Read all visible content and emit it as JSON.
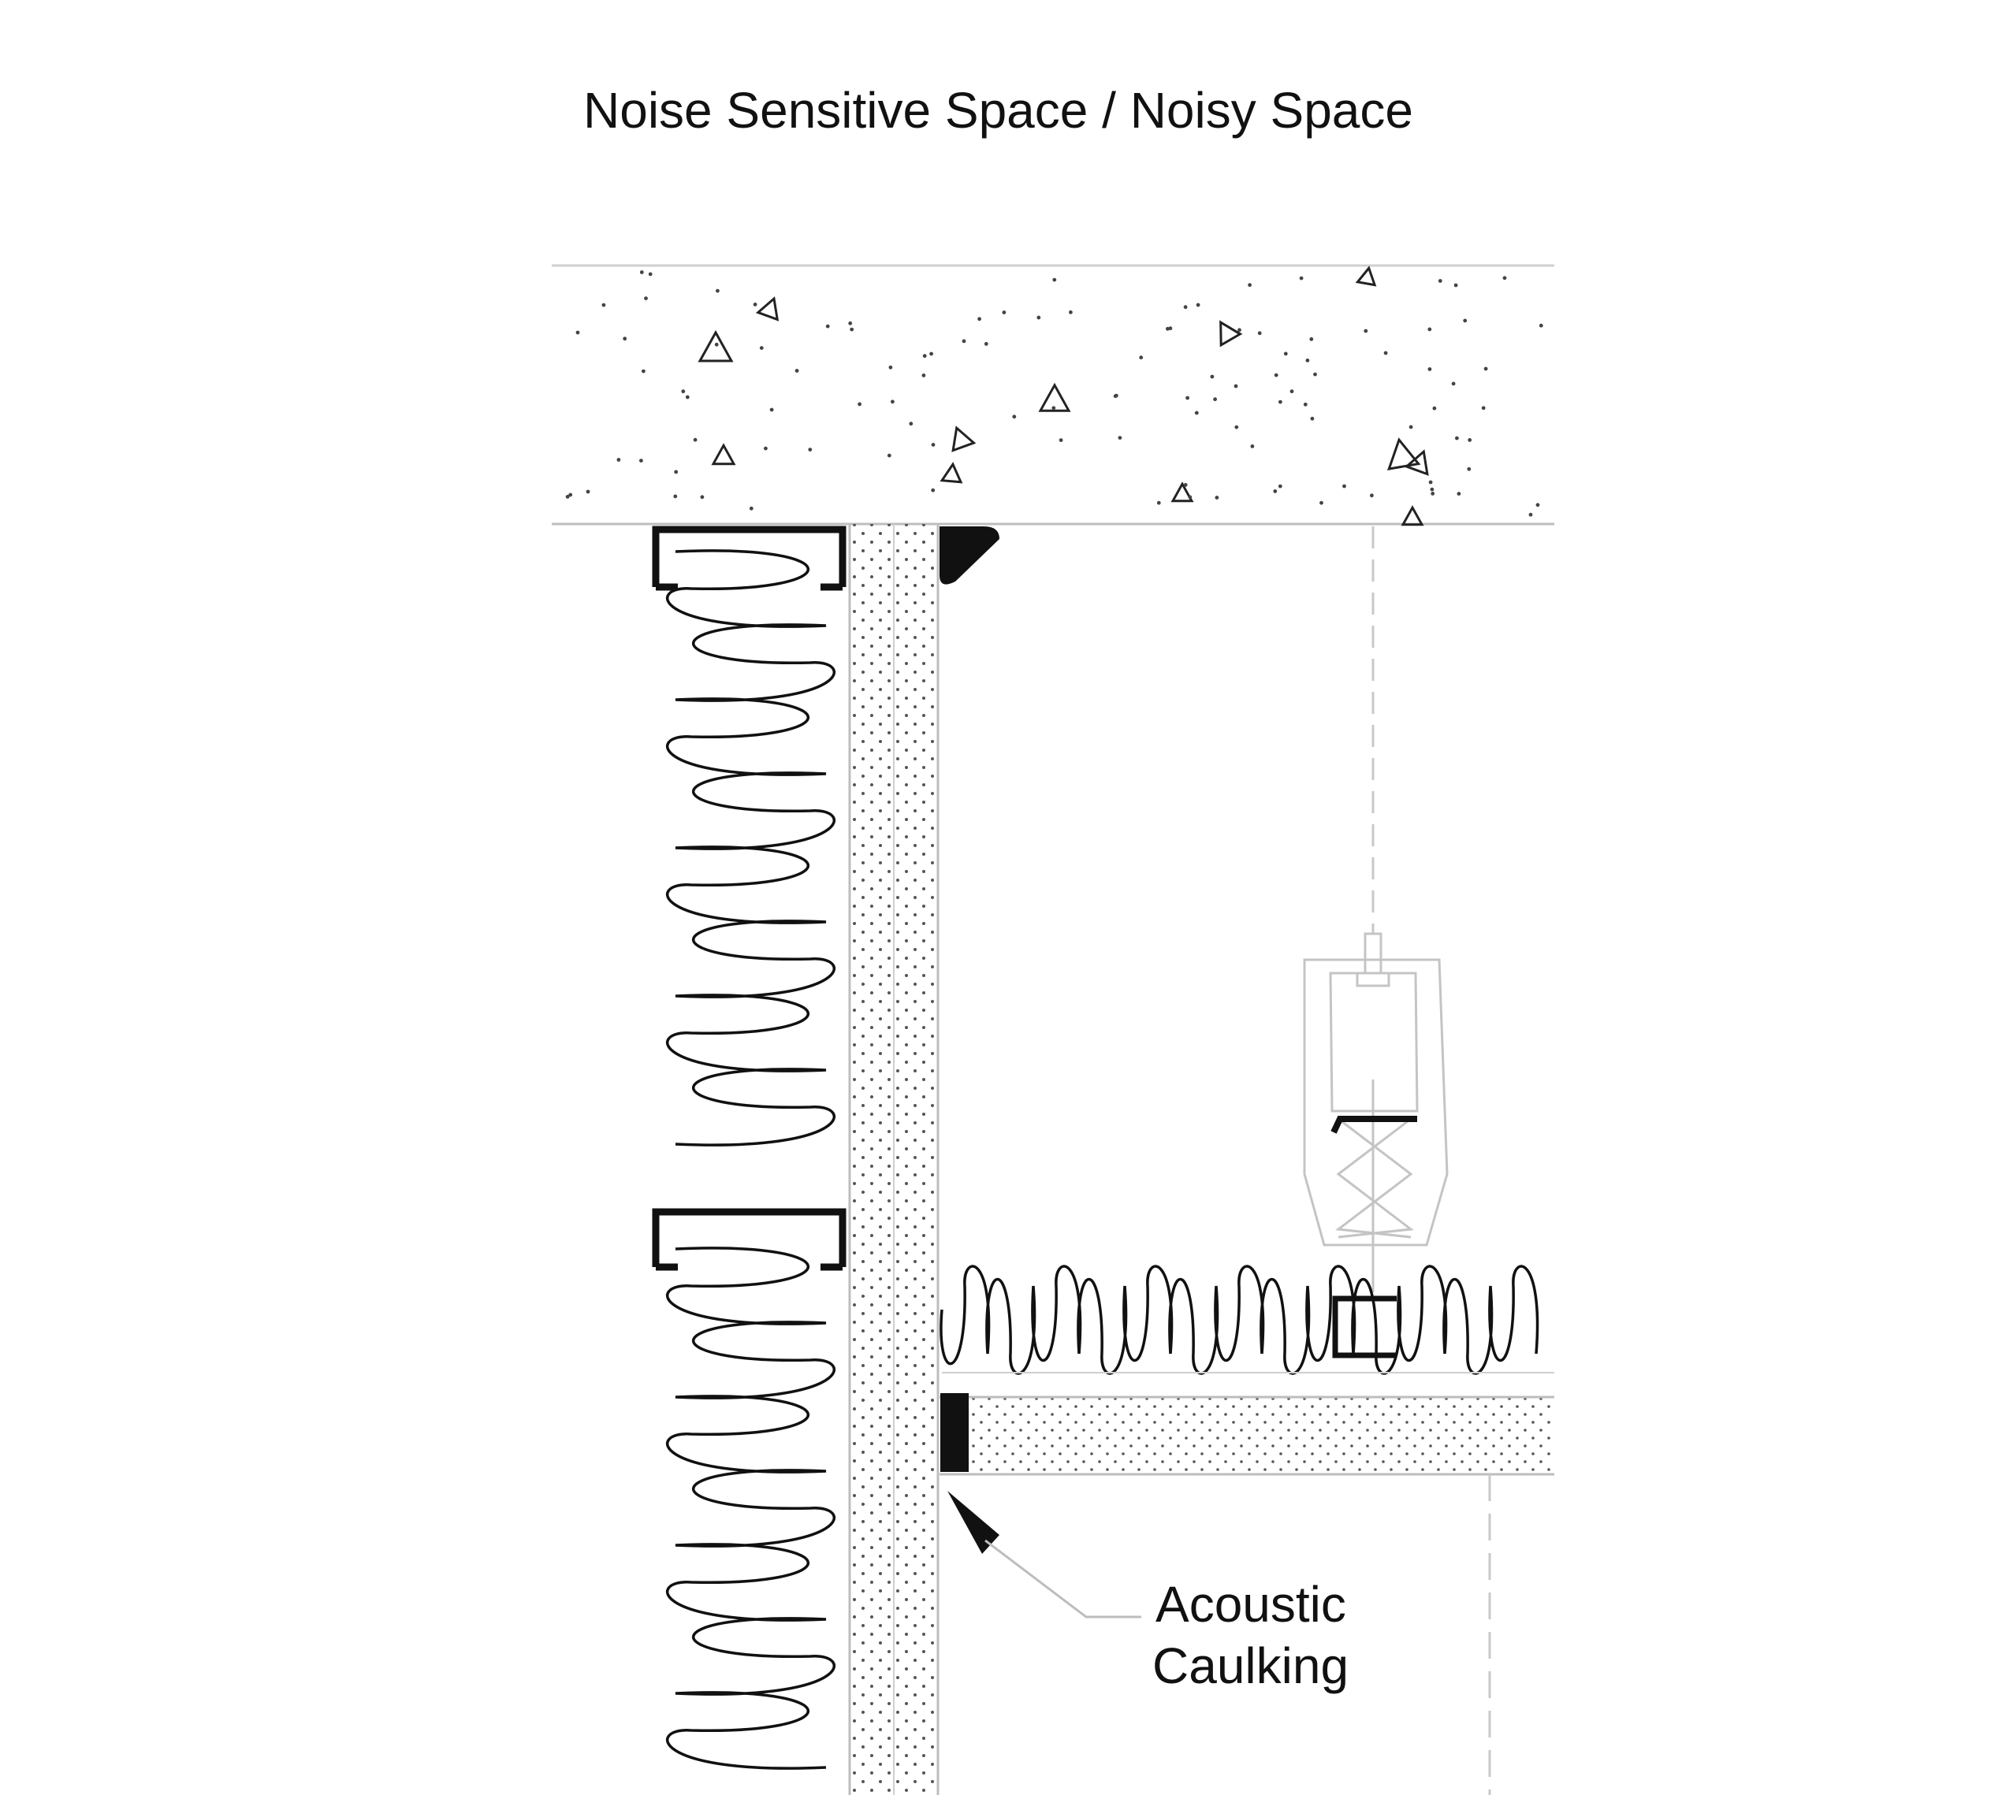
{
  "title": "Noise Sensitive Space / Noisy Space",
  "callout": {
    "line1": "Acoustic",
    "line2": "Caulking"
  },
  "components": {
    "slab": "concrete-slab",
    "wall_insulation": "batt-insulation",
    "ceiling_insulation": "batt-insulation",
    "channels": "steel-stud-track",
    "hanger": "resilient-ceiling-hanger",
    "sealant_top": "sealant-bead",
    "sealant_joint": "acoustic-caulking"
  },
  "colors": {
    "line": "#111111",
    "light_line": "#bdbdbd",
    "background": "#ffffff"
  }
}
